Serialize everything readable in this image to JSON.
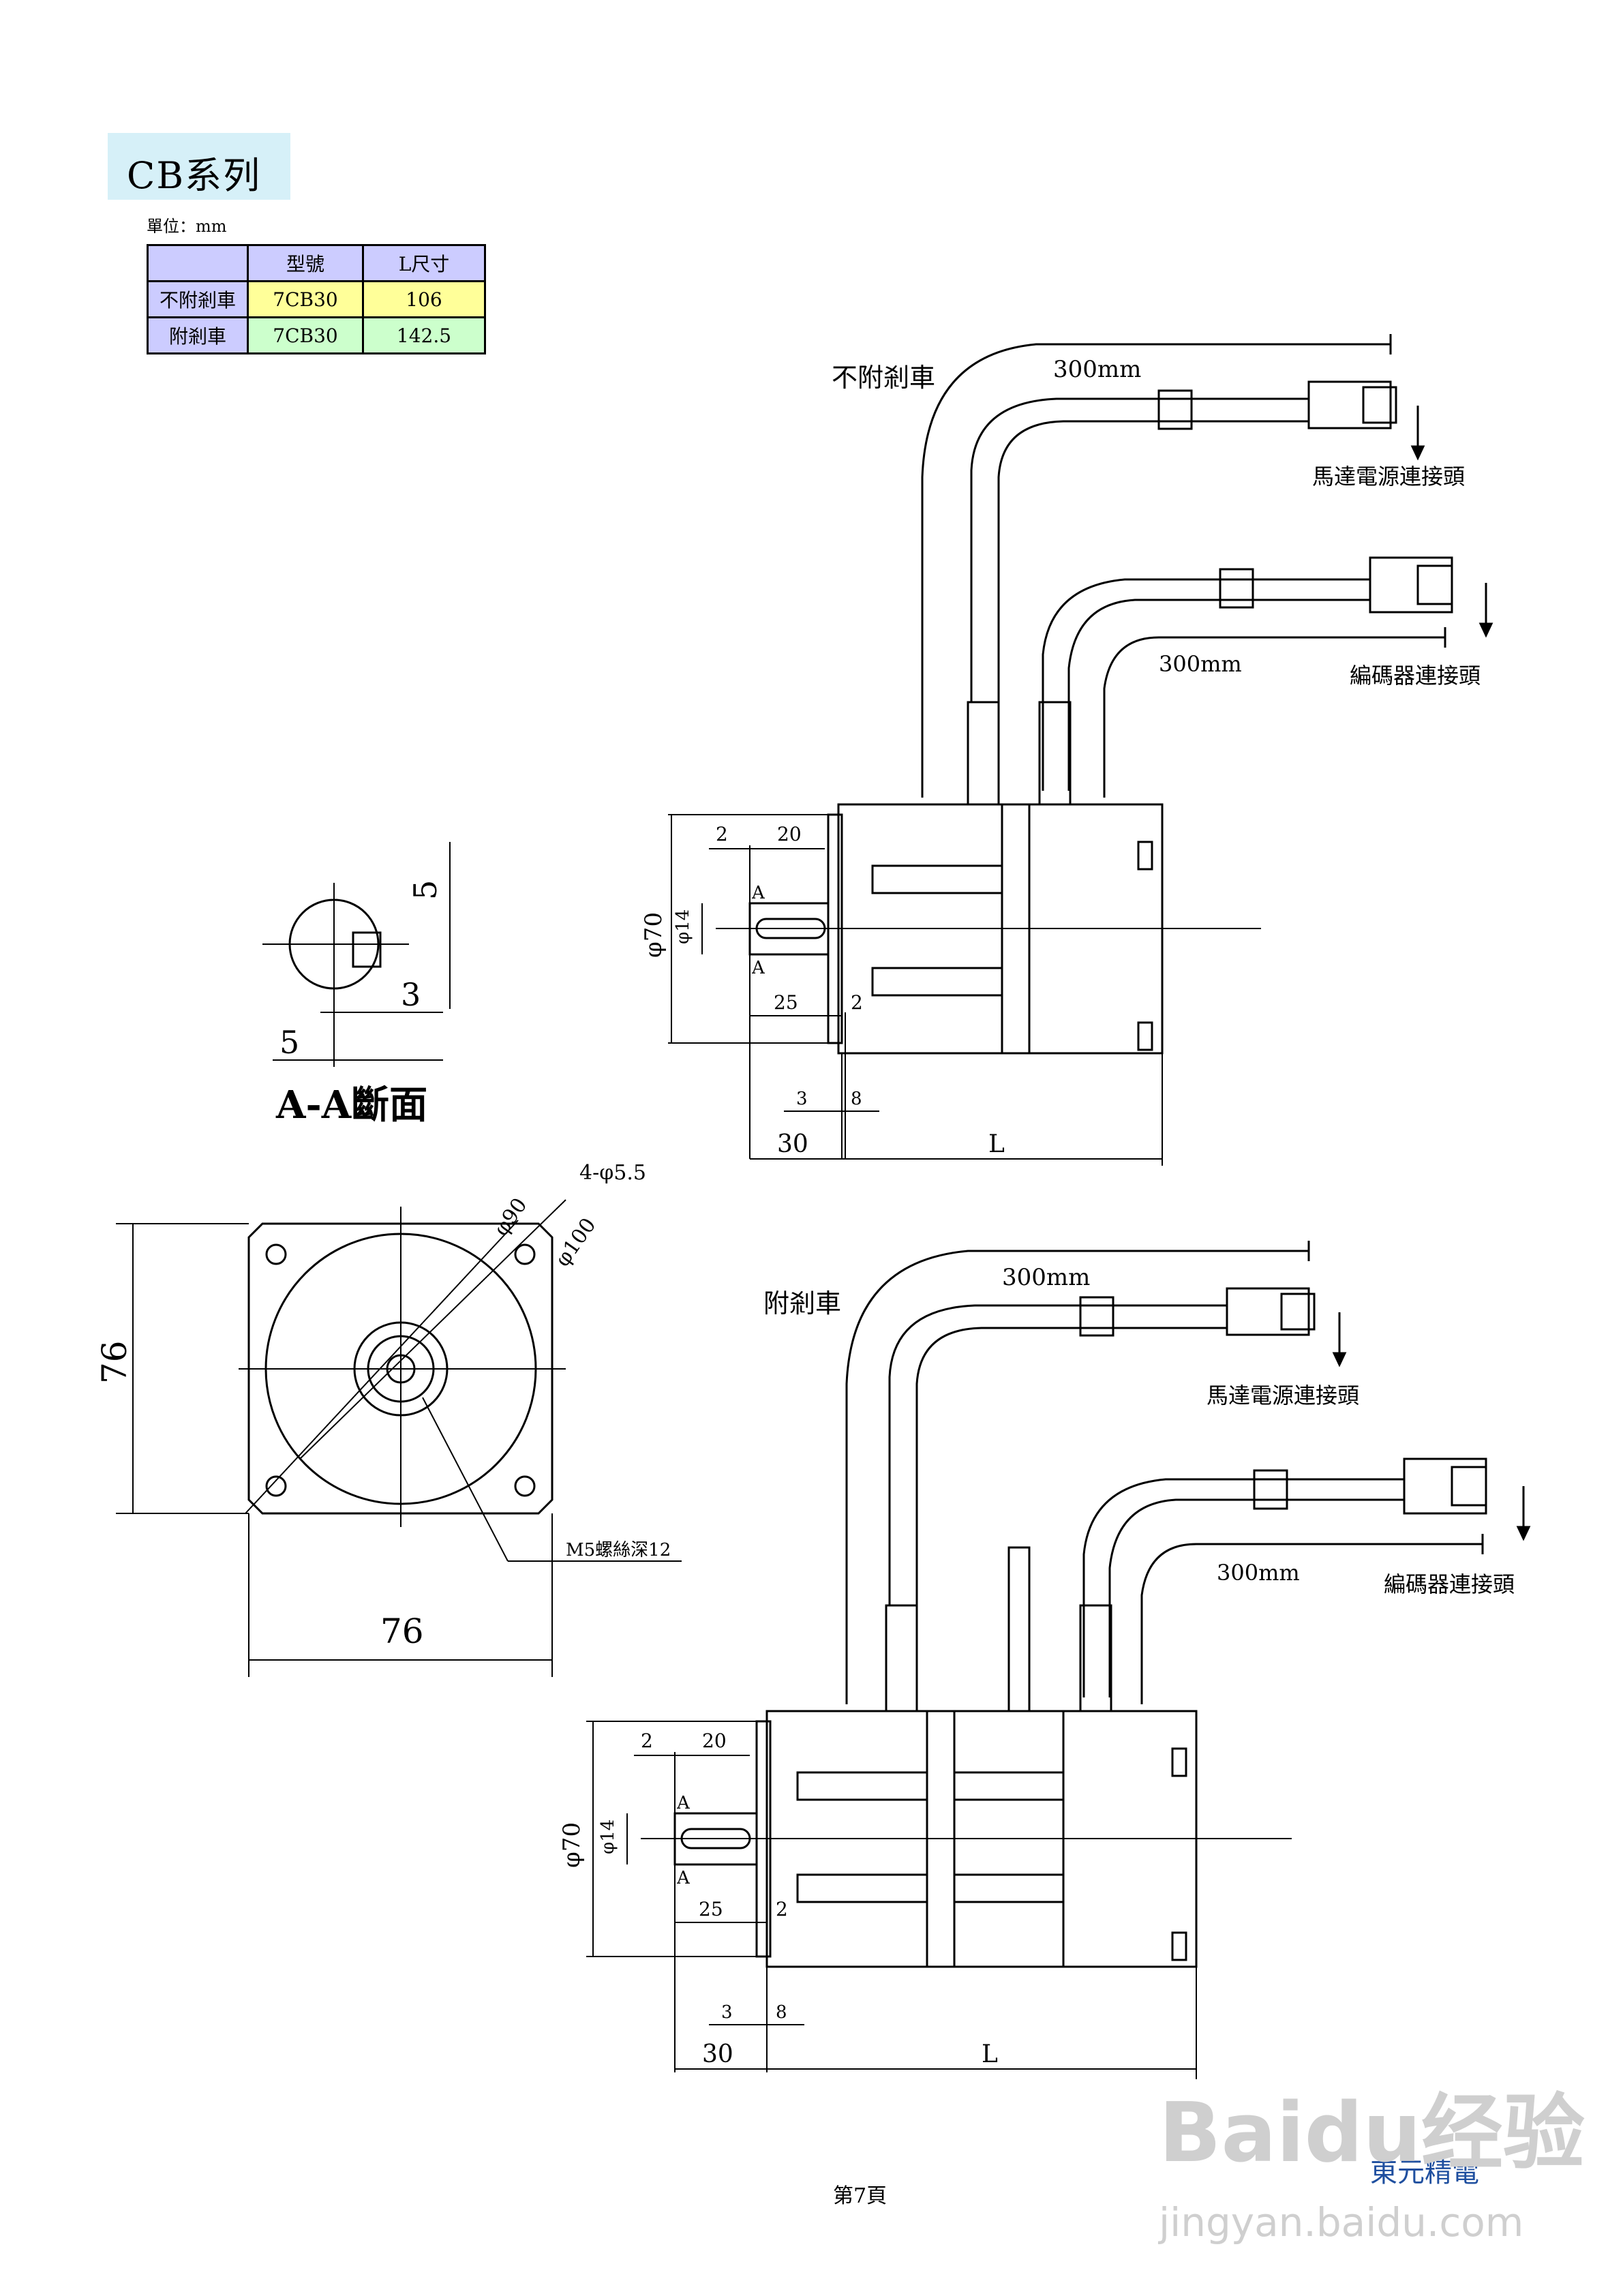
{
  "series_title": "CB系列",
  "unit_label": "單位：mm",
  "spec_table": {
    "headers": [
      "",
      "型號",
      "L尺寸"
    ],
    "rows": [
      {
        "label": "不附剎車",
        "model": "7CB30",
        "length": "106"
      },
      {
        "label": "附剎車",
        "model": "7CB30",
        "length": "142.5"
      }
    ]
  },
  "top_view": {
    "title": "不附剎車",
    "cable_length_power": "300mm",
    "cable_length_encoder": "300mm",
    "power_connector": "馬達電源連接頭",
    "encoder_connector": "編碼器連接頭",
    "dim_phi70": "φ70",
    "dim_phi14": "φ14",
    "dim_2": "2",
    "dim_20": "20",
    "dim_25": "25",
    "dim_2b": "2",
    "dim_3": "3",
    "dim_8": "8",
    "dim_30": "30",
    "dim_L": "L",
    "section_mark": "A"
  },
  "section_view": {
    "title": "A-A斷面",
    "dim_5_top": "5",
    "dim_3": "3",
    "dim_5_bottom": "5"
  },
  "front_view": {
    "dim_76_vertical": "76",
    "dim_76_horizontal": "76",
    "phi90": "φ90",
    "holes": "4-φ5.5",
    "phi100": "φ100",
    "thread_note": "M5螺絲深12"
  },
  "bottom_view": {
    "title": "附剎車",
    "cable_length_power": "300mm",
    "cable_length_encoder": "300mm",
    "power_connector": "馬達電源連接頭",
    "encoder_connector": "編碼器連接頭",
    "dim_phi70": "φ70",
    "dim_phi14": "φ14",
    "dim_2": "2",
    "dim_20": "20",
    "dim_25": "25",
    "dim_2b": "2",
    "dim_3": "3",
    "dim_8": "8",
    "dim_30": "30",
    "dim_L": "L",
    "section_mark": "A"
  },
  "footer": {
    "page": "第7頁",
    "company": "東元精電",
    "watermark": "Baidu经验",
    "watermark_url": "jingyan.baidu.com"
  }
}
